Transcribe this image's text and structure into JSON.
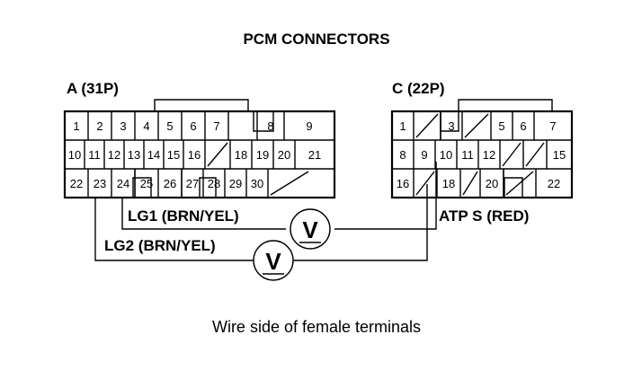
{
  "title": "PCM CONNECTORS",
  "connector_a": {
    "label": "A (31P)",
    "rows": [
      [
        "1",
        "2",
        "3",
        "4",
        "5",
        "6",
        "7",
        "",
        "8",
        "9"
      ],
      [
        "10",
        "11",
        "12",
        "13",
        "14",
        "15",
        "16",
        "/",
        "18",
        "19",
        "20",
        "21"
      ],
      [
        "22",
        "23",
        "24",
        "",
        "25",
        "26",
        "",
        "27",
        "28",
        "29",
        "30",
        "/"
      ]
    ]
  },
  "connector_c": {
    "label": "C (22P)",
    "rows": [
      [
        "1",
        "/",
        "",
        "3",
        "/",
        "5",
        "6",
        "7"
      ],
      [
        "8",
        "9",
        "10",
        "11",
        "12",
        "/",
        "/",
        "15"
      ],
      [
        "16",
        "/",
        "18",
        "/",
        "20",
        "",
        "/",
        "22"
      ]
    ]
  },
  "wires": {
    "lg1": "LG1 (BRN/YEL)",
    "lg2": "LG2 (BRN/YEL)",
    "atps": "ATP S (RED)"
  },
  "meter_symbol": "V",
  "caption": "Wire side of female terminals"
}
